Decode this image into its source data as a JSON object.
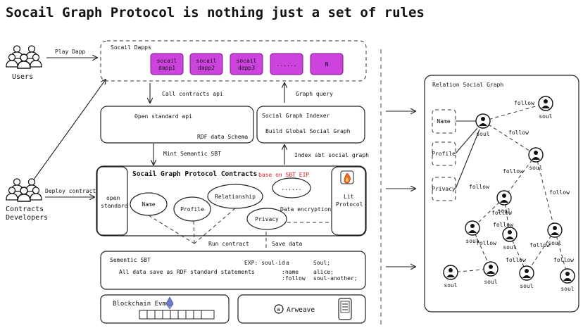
{
  "title": "Socail Graph Protocol is nothing just a set of rules",
  "colors": {
    "dapp_fill": "#cc44dd",
    "sbt_eip": "#e01818",
    "accent_eth": "#6b7cc9"
  },
  "users_label": "Users",
  "developers_label": "Contracts\nDevelopers",
  "arrows": {
    "play_dapp": "Play Dapp",
    "deploy_contracts": "Deploy contracts",
    "call_contracts_api": "Call contracts api",
    "graph_query": "Graph query",
    "mint_sbt": "Mint Semantic SBT",
    "index_sbt": "Index sbt social graph",
    "run_contract": "Run contract",
    "save_data": "Save data"
  },
  "dapps": {
    "title": "Socail Dapps",
    "items": [
      "socail\ndapp1",
      "socail\ndapp2",
      "socail\ndapp3",
      "......",
      "N"
    ]
  },
  "open_api": {
    "title": "Open standard api",
    "subtitle": "RDF data Schema"
  },
  "indexer": {
    "title": "Social Graph Indexer",
    "subtitle": "Build Global Social Graph"
  },
  "contracts": {
    "title": "Socail Graph Protocol Contracts",
    "eip": "base on SBT EIP",
    "open_standard": "open\nstandard",
    "ellipses": [
      "Name",
      "Profile",
      "Relationship",
      "......",
      "Privacy"
    ],
    "data_encryption": "Data encryption",
    "lit_protocol": "Lit\nProtocol"
  },
  "semantic_sbt": {
    "title": "Sementic SBT",
    "desc": "All data save as RDF standard statements",
    "exp_label": "EXP: soul-id",
    "col_predicate": [
      "a",
      ":name",
      ":follow"
    ],
    "col_object": [
      "Soul;",
      "alice;",
      "soul-another;"
    ]
  },
  "blockchain": {
    "label": "Blockchain Evm"
  },
  "arweave": {
    "label": "Arweave",
    "logo": "a"
  },
  "relation": {
    "title": "Relation Social Graph",
    "attributes": [
      "Name",
      "Profile",
      "Privacy"
    ],
    "soul_label": "soul",
    "follow_label": "follow"
  }
}
